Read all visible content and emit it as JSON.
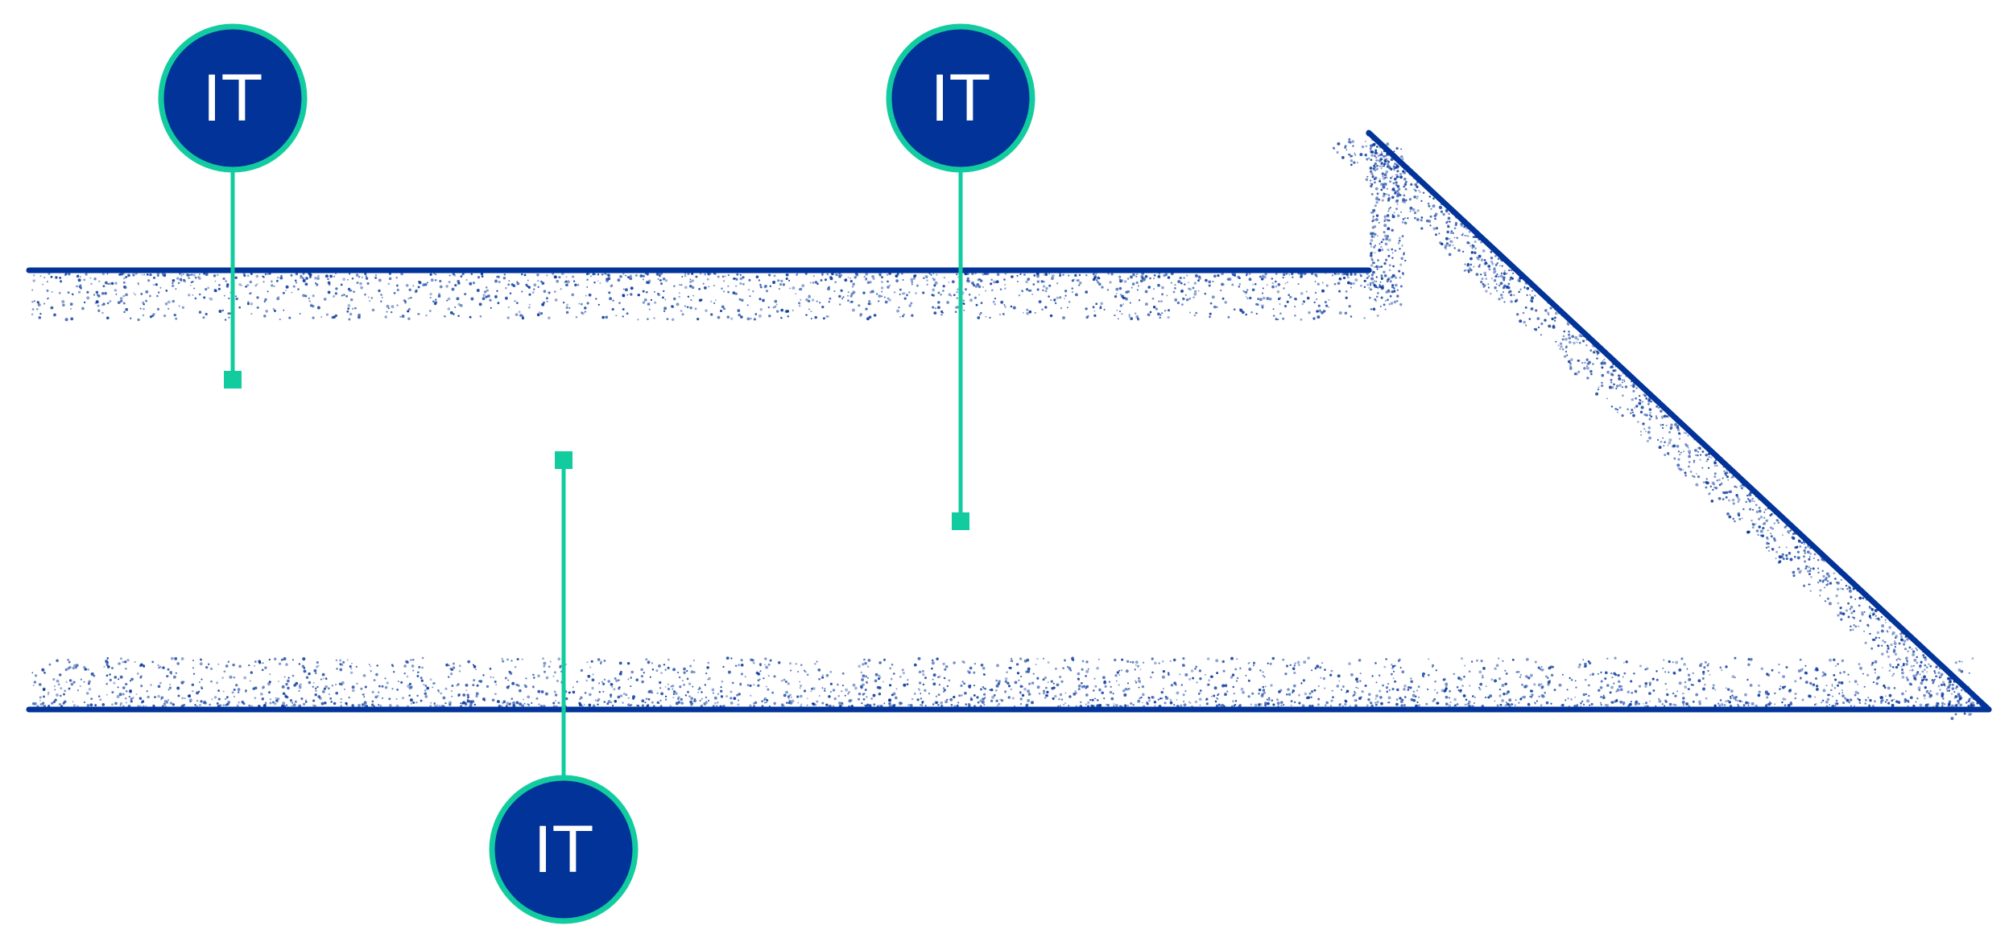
{
  "colors": {
    "navy": "#023399",
    "accent": "#12CCA0",
    "background": "#FFFFFF"
  },
  "markers": [
    {
      "label": "IT"
    },
    {
      "label": "IT"
    },
    {
      "label": "IT"
    }
  ]
}
